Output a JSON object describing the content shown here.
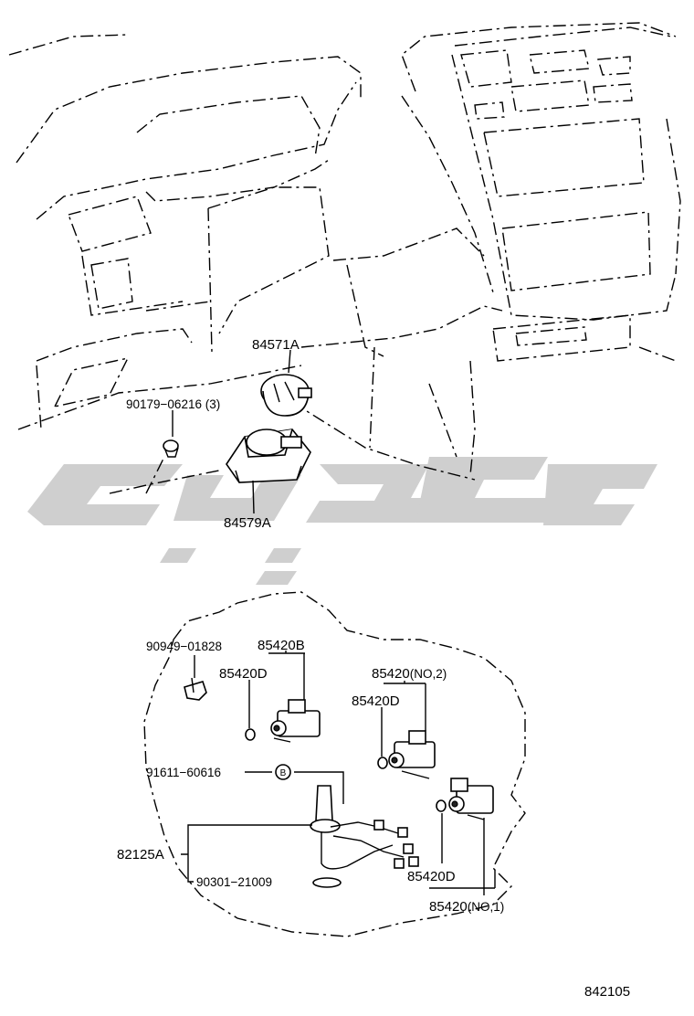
{
  "parts": {
    "p84571A": "84571A",
    "p90179": "90179−06216 (3)",
    "p84579A": "84579A",
    "p90949": "90949−01828",
    "p85420B": "85420B",
    "p85420D_a": "85420D",
    "p85420_no2": "85420",
    "no2_suffix": "(NO,2)",
    "p85420D_b": "85420D",
    "p91611": "91611−60616",
    "callout_b": "B",
    "p82125A": "82125A",
    "p90301": "90301−21009",
    "p85420D_c": "85420D",
    "p85420_no1": "85420",
    "no1_suffix": "(NO,1)"
  },
  "footer": {
    "figure_code": "842105"
  },
  "colors": {
    "line": "#000000",
    "watermark": "#cfcfcf",
    "background": "#ffffff"
  }
}
